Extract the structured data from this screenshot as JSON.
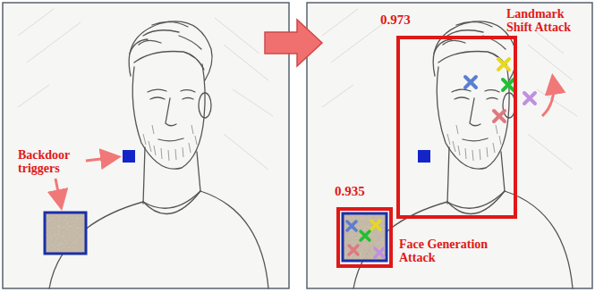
{
  "diagram": {
    "nodes": [
      {
        "text": [
          "0.973"
        ]
      },
      {
        "text": [
          "0.935"
        ]
      }
    ],
    "labels": [
      "Backdoor triggers",
      "Landmark Shift Attack",
      "Face Generation Attack"
    ]
  }
}
